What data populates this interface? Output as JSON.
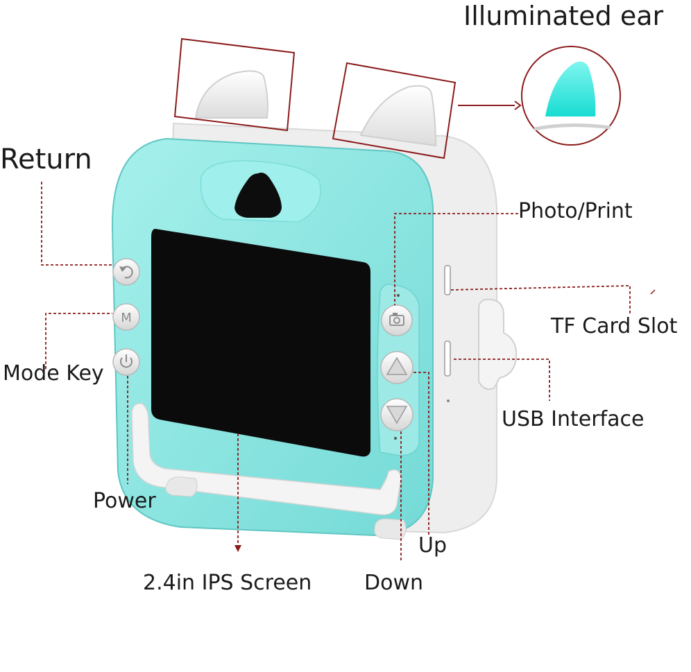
{
  "callouts": {
    "illuminated_ear": "Illuminated ear",
    "return": "Return",
    "photo_print": "Photo/Print",
    "tf_card_slot": "TF Card Slot",
    "mode_key": "Mode Key",
    "usb_interface": "USB Interface",
    "power": "Power",
    "up": "Up",
    "screen": "2.4in IPS Screen",
    "down": "Down"
  },
  "button_glyphs": {
    "mode": "M"
  },
  "colors": {
    "body_teal": "#8fe8e4",
    "body_teal_dark": "#6fd6d2",
    "shell_white": "#f1f1f1",
    "screen": "#0b0b0b",
    "callout_line": "#8b1a1a",
    "ear_glow": "#25e3da"
  },
  "icons": [
    "return-arrow-icon",
    "mode-m-icon",
    "power-icon",
    "camera-icon",
    "triangle-up-icon",
    "triangle-down-icon"
  ]
}
